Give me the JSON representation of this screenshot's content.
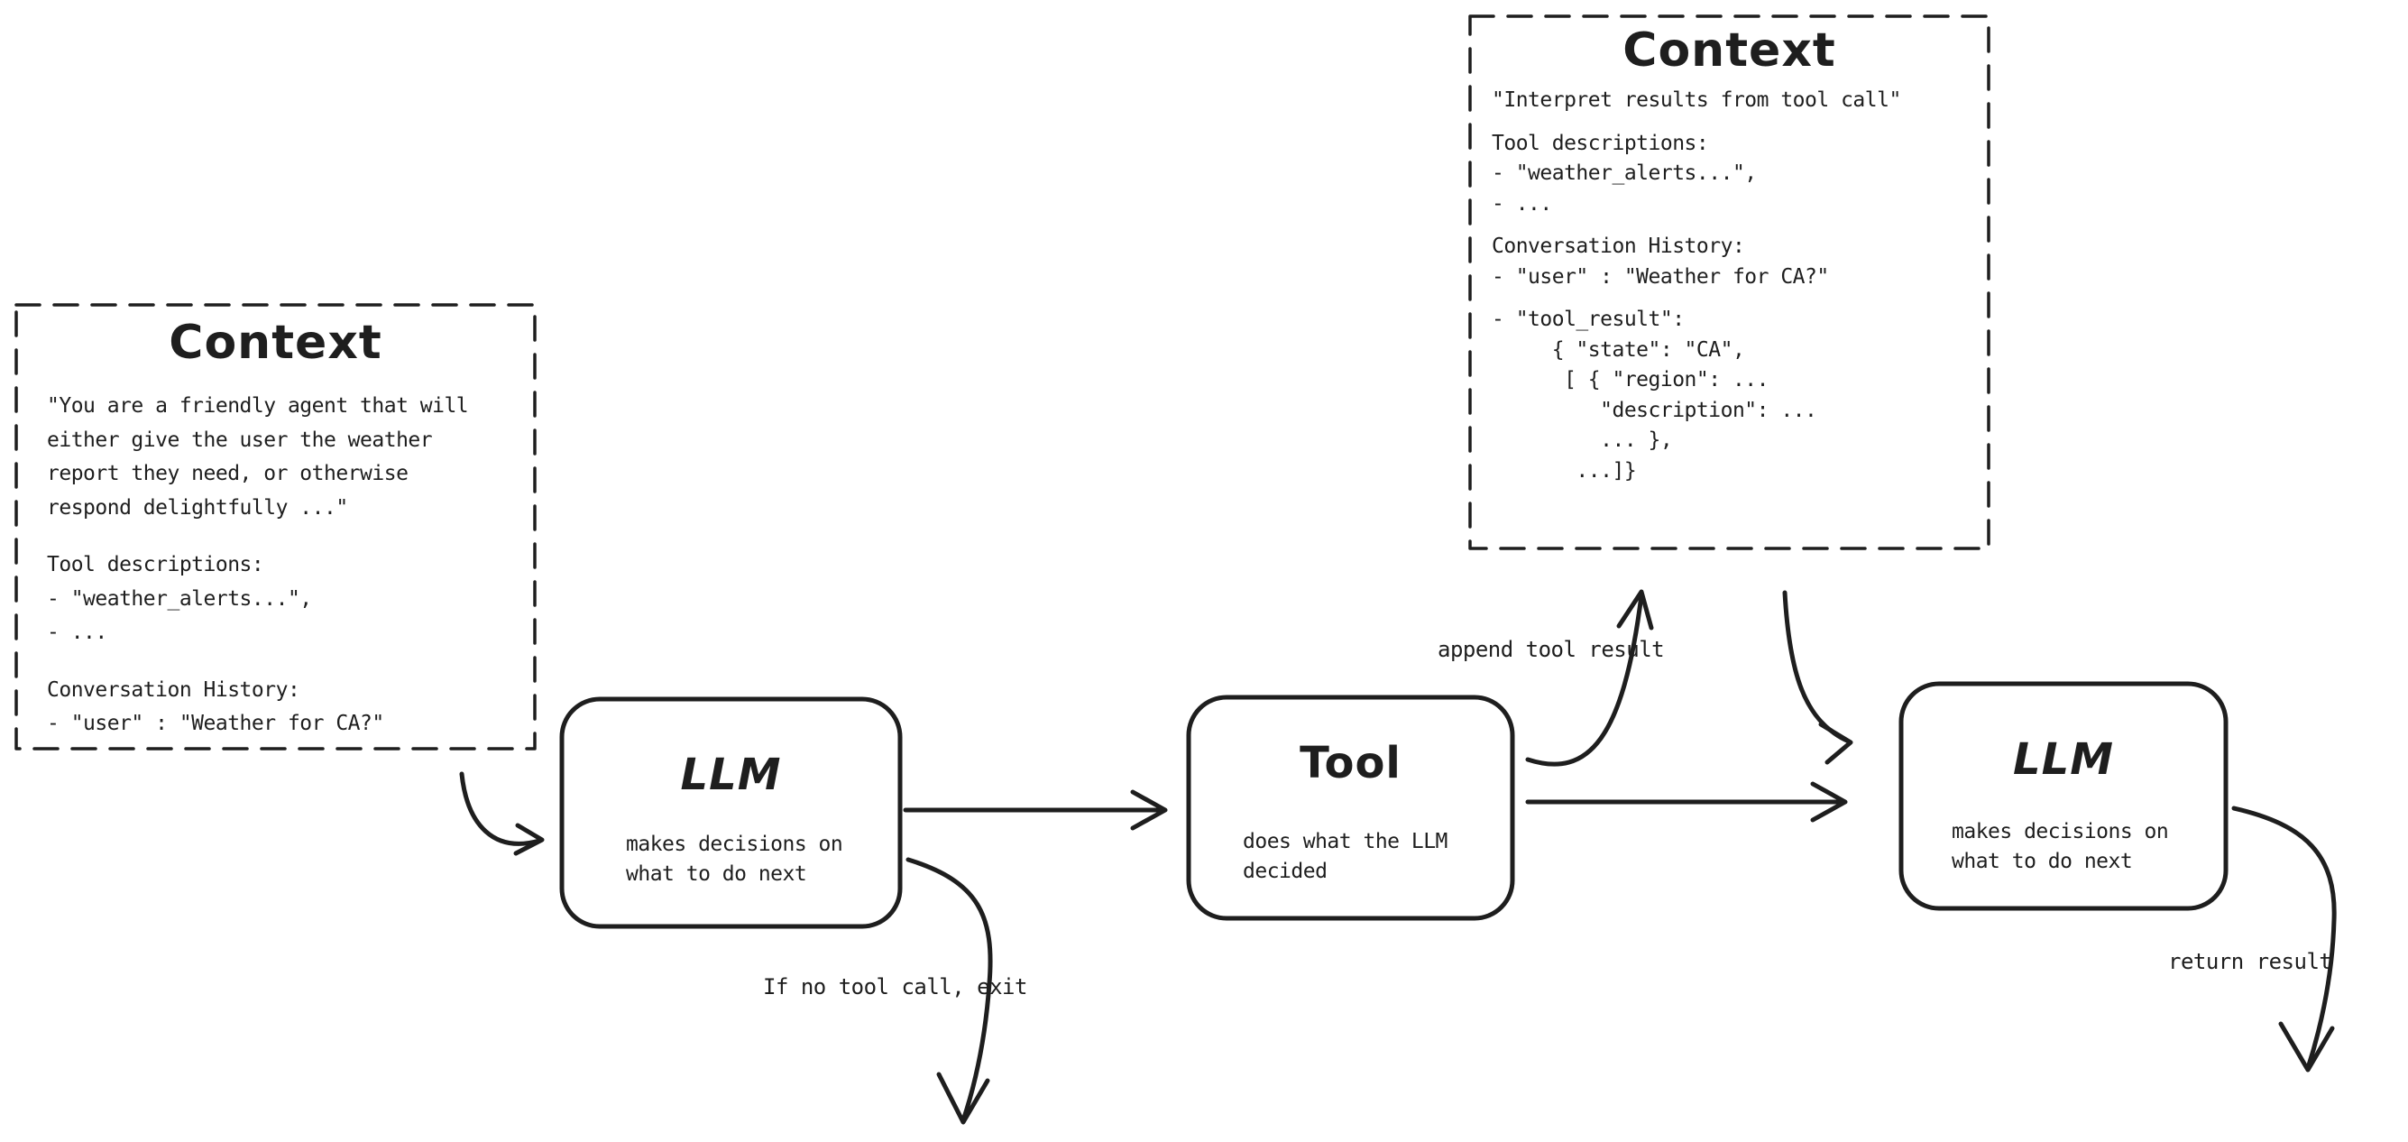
{
  "canvas": {
    "background": "#ffffff",
    "ink": "#1e1e1e"
  },
  "context_initial": {
    "title": "Context",
    "lines": [
      "\"You are a friendly agent that will",
      "either give the user the weather",
      "report they need, or otherwise",
      "respond delightfully ...\"",
      "",
      "Tool descriptions:",
      "- \"weather_alerts...\",",
      "- ...",
      "",
      "Conversation History:",
      "- \"user\" : \"Weather for CA?\""
    ]
  },
  "context_after_tool": {
    "title": "Context",
    "lines": [
      "\"Interpret results from tool call\"",
      "",
      "Tool descriptions:",
      "- \"weather_alerts...\",",
      "- ...",
      "",
      "Conversation History:",
      "- \"user\" : \"Weather for CA?\"",
      "",
      "- \"tool_result\":",
      "     { \"state\": \"CA\",",
      "      [ { \"region\": ...",
      "         \"description\": ...",
      "         ... },",
      "       ...]}"
    ]
  },
  "nodes": {
    "llm1": {
      "title": "LLM",
      "desc": [
        "makes decisions on",
        "what to do next"
      ]
    },
    "tool": {
      "title": "Tool",
      "desc": [
        "does what the LLM",
        "decided"
      ]
    },
    "llm2": {
      "title": "LLM",
      "desc": [
        "makes decisions on",
        "what to do next"
      ]
    }
  },
  "labels": {
    "append_tool_result": "append tool result",
    "if_no_tool_call": "If no tool call, exit",
    "return_result": "return result"
  }
}
